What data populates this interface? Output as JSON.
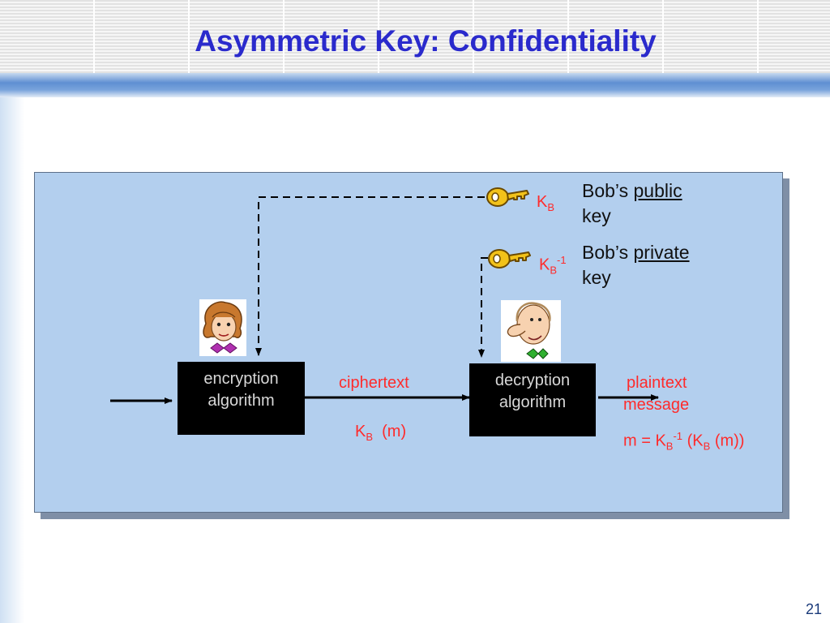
{
  "title": "Asymmetric Key: Confidentiality",
  "page_number": "21",
  "diagram": {
    "encryption_box": {
      "line1": "encryption",
      "line2": "algorithm"
    },
    "decryption_box": {
      "line1": "decryption",
      "line2": "algorithm"
    },
    "ciphertext_label": "ciphertext",
    "ciphertext_formula": {
      "k": "K",
      "sub": "B",
      "arg": "(m)"
    },
    "plaintext_label": {
      "line1": "plaintext",
      "line2": "message"
    },
    "plaintext_formula": {
      "prefix": "m = K",
      "sub1": "B",
      "sup1": "-1",
      "mid": " (K",
      "sub2": "B",
      "suffix": " (m))"
    },
    "public_key": {
      "k": "K",
      "sub": "B",
      "desc_prefix": "Bob’s ",
      "desc_word": "public",
      "desc_line2": "key"
    },
    "private_key": {
      "k": "K",
      "sub": "B",
      "sup": "-1",
      "desc_prefix": "Bob’s ",
      "desc_word": "private",
      "desc_line2": "key"
    },
    "colors": {
      "title": "#2a2acc",
      "red_text": "#ff2b2b",
      "panel": "#b3cfee",
      "box": "#000000",
      "key_gold": "#f2c21a"
    }
  }
}
